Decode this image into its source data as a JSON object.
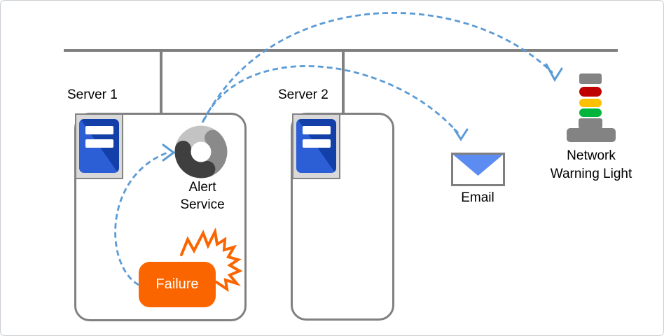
{
  "diagram_type": "network-alert-flow",
  "nodes": {
    "server1": {
      "label": "Server 1"
    },
    "server2": {
      "label": "Server 2"
    },
    "alert_service": {
      "line1": "Alert",
      "line2": "Service"
    },
    "failure": {
      "label": "Failure"
    },
    "email": {
      "label": "Email"
    },
    "warning_light": {
      "line1": "Network",
      "line2": "Warning Light"
    }
  },
  "edges": [
    {
      "from": "Failure",
      "to": "Alert Service",
      "style": "dashed-curved-arrow"
    },
    {
      "from": "Alert Service",
      "to": "Email",
      "style": "dashed-curved-arrow"
    },
    {
      "from": "Alert Service",
      "to": "Network Warning Light",
      "style": "dashed-curved-arrow"
    }
  ],
  "icons": {
    "server": "server-tower-icon",
    "alert_service": "donut-swirl-icon",
    "failure": "spark-burst-icon",
    "email": "envelope-icon",
    "warning_light": "stack-light-icon"
  },
  "colors": {
    "arrow_blue": "#5B9BD5",
    "connector_gray": "#808080",
    "failure_orange": "#FB6500",
    "server_blue_light": "#2C5ED6",
    "server_blue_dark": "#123FA8",
    "email_blue": "#5C8CF2",
    "light_red": "#C00000",
    "light_amber": "#FFC000",
    "light_green": "#00B43C",
    "light_gray": "#838383"
  }
}
